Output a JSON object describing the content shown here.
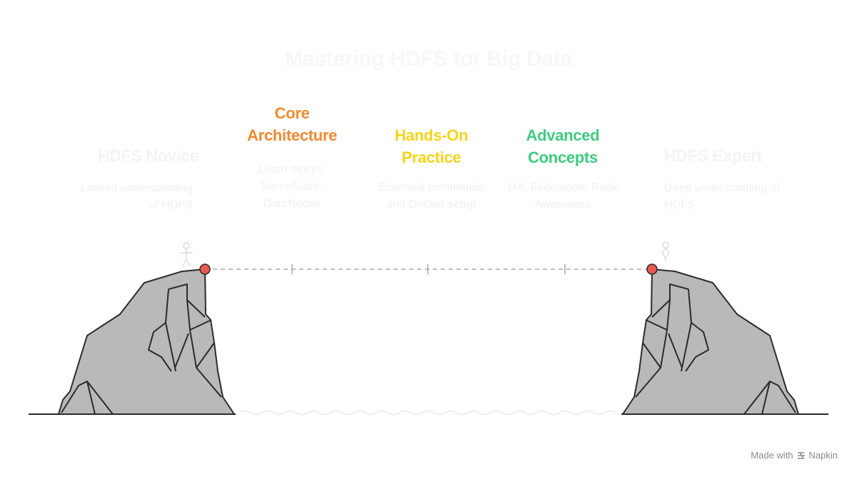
{
  "title": "Mastering HDFS for Big Data",
  "start": {
    "heading": "HDFS Novice",
    "description_lines": [
      "Limited understanding",
      "of HDFS"
    ]
  },
  "end": {
    "heading": "HDFS Expert",
    "description_lines": [
      "Deep understanding of",
      "HDFS"
    ]
  },
  "steps": [
    {
      "heading_lines": [
        "Core",
        "Architecture"
      ],
      "color": "#f2892d",
      "description_lines": [
        "Learn blocks,",
        "NameNode,",
        "DataNodes"
      ]
    },
    {
      "heading_lines": [
        "Hands-On",
        "Practice"
      ],
      "color": "#f5d51a",
      "description_lines": [
        "Essential commands",
        "and Docker setup"
      ]
    },
    {
      "heading_lines": [
        "Advanced",
        "Concepts"
      ],
      "color": "#3ccc7e",
      "description_lines": [
        "HA, Federation, Rack",
        "Awareness"
      ]
    }
  ],
  "colors": {
    "cliff_fill": "#b9b9b9",
    "cliff_stroke": "#2b2b2b",
    "node_fill": "#e85a4f",
    "path": "#a8a8a8",
    "faded_text": "#f1f1f1"
  },
  "icons": {
    "start": "person-icon",
    "end": "trophy-icon",
    "brand": "napkin-logo-icon"
  },
  "footer": {
    "made_with": "Made with",
    "brand": "Napkin"
  }
}
